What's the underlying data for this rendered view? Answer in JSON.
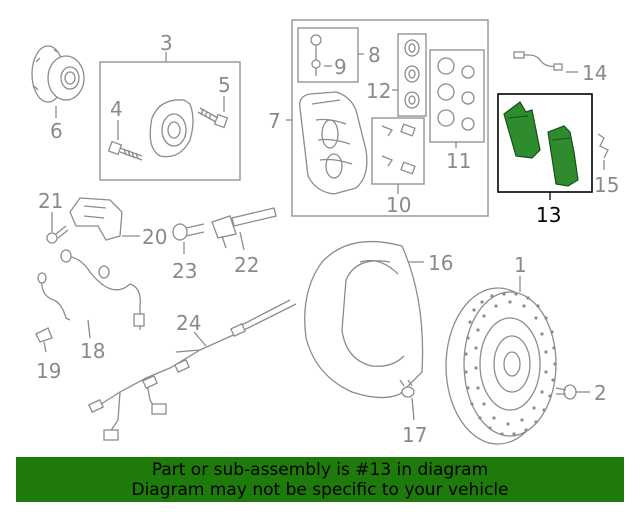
{
  "callouts": [
    "1",
    "2",
    "3",
    "4",
    "5",
    "6",
    "7",
    "8",
    "9",
    "10",
    "11",
    "12",
    "13",
    "14",
    "15",
    "16",
    "17",
    "18",
    "19",
    "20",
    "21",
    "22",
    "23",
    "24"
  ],
  "highlighted_callout": "13",
  "colors": {
    "highlight_part": "#2e8b2e",
    "banner_bg": "#1f7a0c",
    "line_art": "#8c8c8c"
  },
  "banner": {
    "line1": "Part or sub-assembly is #13 in diagram",
    "line2": "Diagram may not be specific to your vehicle"
  }
}
